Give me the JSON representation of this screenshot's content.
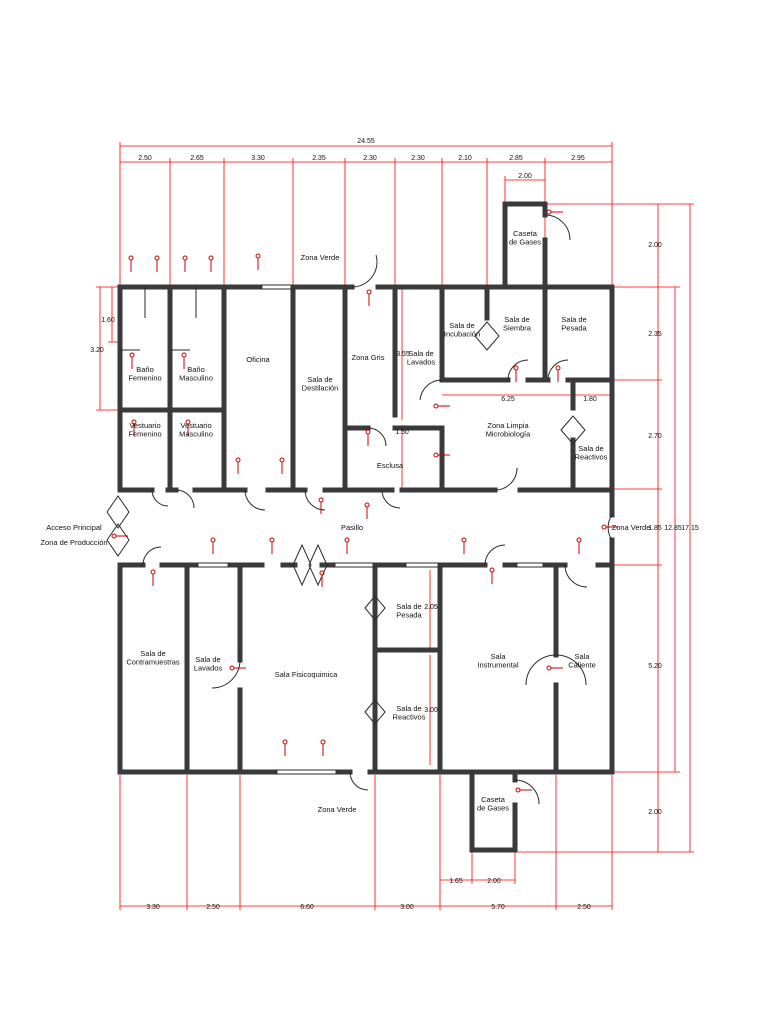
{
  "plan": {
    "rooms": {
      "bano_femenino": "Baño\nFemenino",
      "bano_masculino": "Baño\nMasculino",
      "vestuario_femenino": "Vestuario\nFemenino",
      "vestuario_masculino": "Vestuario\nMasculino",
      "oficina": "Oficina",
      "sala_destilacion": "Sala de\nDestilación",
      "zona_gris": "Zona Gris",
      "sala_lavados_top": "Sala de\nLavados",
      "esclusa": "Esclusa",
      "sala_incubacion": "Sala de\nIncubación",
      "sala_siembra": "Sala de\nSiembra",
      "sala_pesada_top": "Sala de\nPesada",
      "zona_limpia": "Zona Limpia\nMicrobiología",
      "sala_reactivos_top": "Sala de\nReactivos",
      "caseta_gases_top": "Caseta\nde Gases",
      "zona_verde_top": "Zona Verde",
      "zona_verde_right": "Zona Verde",
      "zona_verde_bottom": "Zona Verde",
      "pasillo": "Pasillo",
      "acceso_principal": "Acceso Principal",
      "zona_produccion": "Zona de Producción",
      "sala_contramuestras": "Sala de\nContramuestras",
      "sala_lavados_bottom": "Sala de\nLavados",
      "sala_fisicoquimica": "Sala Fisicoquimica",
      "sala_pesada_bottom": "Sala de\nPesada",
      "sala_reactivos_bottom": "Sala de\nReactivos",
      "sala_instrumental": "Sala\nInstrumental",
      "sala_caliente": "Sala\nCaliente",
      "caseta_gases_bottom": "Caseta\nde Gases"
    },
    "dimensions": {
      "total_width": "24.55",
      "top": [
        "2.50",
        "2.65",
        "3.30",
        "2.35",
        "2.30",
        "2.30",
        "2.10",
        "2.85",
        "2.95"
      ],
      "top_sub": "2.00",
      "bottom": [
        "3.30",
        "2.50",
        "6.60",
        "3.00",
        "5.70",
        "2.50"
      ],
      "bottom_sub_a": "1.65",
      "bottom_sub_b": "2.00",
      "right": [
        "2.00",
        "2.35",
        "2.70",
        "1.85",
        "5.20",
        "2.00"
      ],
      "right_total_a": "12.85",
      "right_total_b": "17.15",
      "left_a": "1.60",
      "left_b": "3.20",
      "interior": [
        "3.55",
        "1.50",
        "6.25",
        "1.80",
        "2.05",
        "3.00"
      ]
    },
    "colors": {
      "wall": "#3a3a3a",
      "dimension": "#ff0000",
      "text": "#111111"
    }
  }
}
